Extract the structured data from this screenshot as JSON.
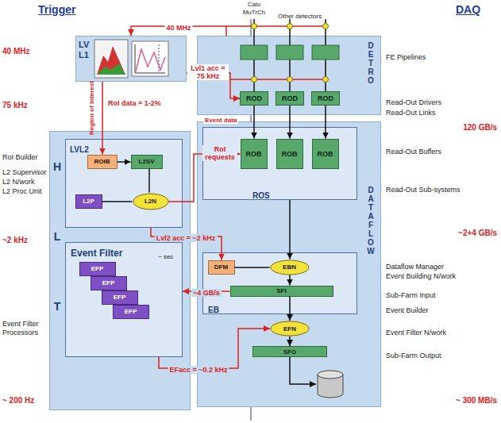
{
  "diagram": {
    "nodes": [
      {
        "text": [
          "DETRO"
        ]
      },
      {
        "text": [
          "ROD"
        ],
        "in": 0
      },
      {
        "text": [
          "ROD"
        ],
        "in": 0
      },
      {
        "text": [
          "ROD"
        ],
        "in": 0
      },
      {
        "text": [
          "DATAFLOW"
        ]
      },
      {
        "text": [
          "ROS"
        ],
        "in": 4
      },
      {
        "text": [
          "ROB"
        ],
        "in": 5
      },
      {
        "text": [
          "ROB"
        ],
        "in": 5
      },
      {
        "text": [
          "ROB"
        ],
        "in": 5
      },
      {
        "text": [
          "EB"
        ],
        "in": 4
      },
      {
        "text": [
          "DFM"
        ],
        "in": 9
      },
      {
        "text": [
          "EBN"
        ],
        "in": 9
      },
      {
        "text": [
          "SFI"
        ],
        "in": 9
      },
      {
        "text": [
          "EFN"
        ],
        "in": 4
      },
      {
        "text": [
          "SFO"
        ],
        "in": 4
      },
      {
        "text": [
          "LV L1"
        ]
      },
      {
        "text": [
          "HLT"
        ]
      },
      {
        "text": [
          "LVL2"
        ],
        "in": 16
      },
      {
        "text": [
          "ROIB"
        ],
        "in": 17
      },
      {
        "text": [
          "L2SV"
        ],
        "in": 17
      },
      {
        "text": [
          "L2P"
        ],
        "in": 17
      },
      {
        "text": [
          "L2N"
        ],
        "in": 17
      },
      {
        "text": [
          "Event Filter",
          "~ sec"
        ],
        "in": 16
      },
      {
        "text": [
          "EFP"
        ],
        "in": 22
      },
      {
        "text": [
          "EFP"
        ],
        "in": 22
      },
      {
        "text": [
          "EFP"
        ],
        "in": 22
      },
      {
        "text": [
          "EFP"
        ],
        "in": 22
      }
    ],
    "edges": [
      {
        "from": 0,
        "to": 15,
        "arrow": "to",
        "label": "40 MHz"
      },
      {
        "from": 15,
        "to": 1,
        "arrow": "to",
        "label": "Lvl1 acc = 75 kHz"
      },
      {
        "from": 1,
        "to": 6,
        "arrow": "to"
      },
      {
        "from": 2,
        "to": 7,
        "arrow": "to"
      },
      {
        "from": 3,
        "to": 8,
        "arrow": "to"
      },
      {
        "from": 15,
        "to": 18,
        "arrow": "to",
        "label": "RoI data = 1-2%"
      },
      {
        "from": 18,
        "to": 19,
        "arrow": "to"
      },
      {
        "from": 20,
        "to": 21,
        "arrow": "none"
      },
      {
        "from": 19,
        "to": 21,
        "arrow": "none"
      },
      {
        "from": 21,
        "to": 6,
        "arrow": "to",
        "label": "RoI requests"
      },
      {
        "from": 17,
        "to": 10,
        "arrow": "to",
        "label": "Lvl2 acc = ~2 kHz"
      },
      {
        "from": 10,
        "to": 11,
        "arrow": "none"
      },
      {
        "from": 5,
        "to": 11,
        "arrow": "to"
      },
      {
        "from": 11,
        "to": 12,
        "arrow": "to"
      },
      {
        "from": 12,
        "to": 22,
        "arrow": "to",
        "label": "~4 GB/s"
      },
      {
        "from": 12,
        "to": 13,
        "arrow": "to"
      },
      {
        "from": 22,
        "to": 13,
        "arrow": "to",
        "label": "EFacc = ~0.2 kHz"
      },
      {
        "from": 13,
        "to": 14,
        "arrow": "to"
      }
    ],
    "labels": [
      "Trigger",
      "DAQ",
      "Calo MuTrCh",
      "Other detectors",
      "40 MHz",
      "75 kHz",
      "RoI Builder",
      "L2 Supervisor",
      "L2 N/work",
      "L2 Proc Unit",
      "~2 kHz",
      "Event Filter Processors",
      "~ 200 Hz",
      "FE Pipelines",
      "Read-Out Drivers",
      "Read-Out Links",
      "Read-Out Buffers",
      "Read-Out Sub-systems",
      "Dataflow Manager",
      "Event Building N/work",
      "Sub-Farm Input",
      "Event Builder",
      "Event Filter N/work",
      "Sub-Farm Output",
      "120 GB/s",
      "~2+4 GB/s",
      "~ 300 MB/s",
      "Region of Interest",
      "Event data"
    ]
  }
}
